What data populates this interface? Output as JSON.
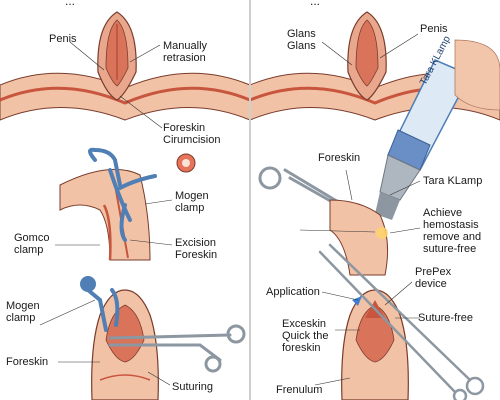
{
  "left_panel": {
    "header": "...",
    "labels": {
      "penis": "Penis",
      "manually_retrasion": "Manually\nretrasion",
      "foreskin_circumcision": "Foreskin\nCirumcision",
      "mogen_clamp_top": "Mogen\nclamp",
      "gomco_clamp": "Gomco\nclamp",
      "excision_foreskin": "Excision\nForeskin",
      "mogen_clamp_bottom": "Mogen\nclamp",
      "foreskin": "Foreskin",
      "suturing": "Suturing"
    }
  },
  "right_panel": {
    "header": "...",
    "labels": {
      "glans_glans": "Glans\nGlans",
      "penis": "Penis",
      "device_text": "Tara KLamp",
      "foreskin": "Foreskin",
      "tara_klamp": "Tara KLamp",
      "achieve": "Achieve\nhemostasis\nremove and\nsuture-free",
      "prepex": "PrePex\ndevice",
      "application": "Application",
      "suture_free": "Suture-free",
      "exceskin": "Exceskin\nQuick the\nforeskin",
      "frenulum": "Frenulum"
    }
  },
  "colors": {
    "skin": "#f2c2a6",
    "skin_dark": "#d98e72",
    "tissue_red": "#c8553d",
    "steel": "#9aa4ad",
    "blue_device": "#6a8fc7",
    "outline": "#7a3c2c"
  }
}
